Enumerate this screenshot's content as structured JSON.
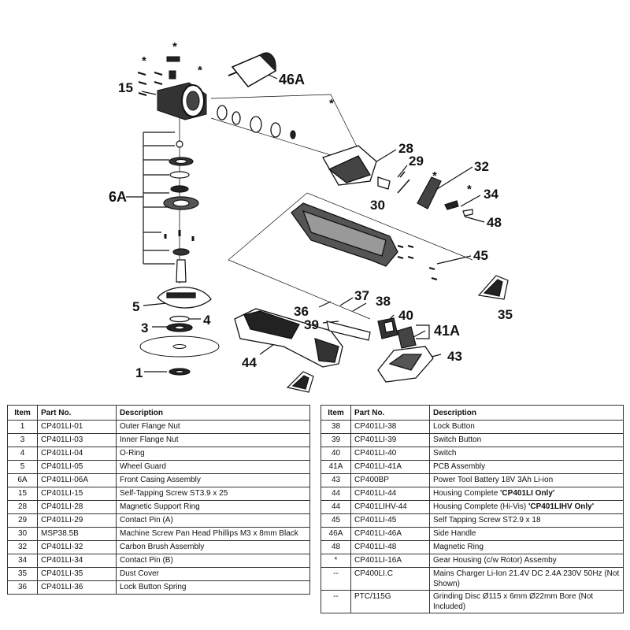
{
  "diagram": {
    "callouts": {
      "c15": "15",
      "c46A": "46A",
      "c28": "28",
      "c29": "29",
      "c32": "32",
      "c6A": "6A",
      "c34": "34",
      "c30": "30",
      "c48": "48",
      "c45": "45",
      "c5": "5",
      "c37": "37",
      "c38": "38",
      "c36": "36",
      "c35": "35",
      "c3": "3",
      "c4": "4",
      "c40": "40",
      "c39": "39",
      "c41A": "41A",
      "c44": "44",
      "c43": "43",
      "c1": "1"
    },
    "star": "*"
  },
  "table_left": {
    "headers": {
      "item": "Item",
      "part": "Part No.",
      "desc": "Description"
    },
    "rows": [
      {
        "item": "1",
        "part": "CP401LI-01",
        "desc": "Outer Flange Nut"
      },
      {
        "item": "3",
        "part": "CP401LI-03",
        "desc": "Inner Flange Nut"
      },
      {
        "item": "4",
        "part": "CP401LI-04",
        "desc": "O-Ring"
      },
      {
        "item": "5",
        "part": "CP401LI-05",
        "desc": "Wheel Guard"
      },
      {
        "item": "6A",
        "part": "CP401LI-06A",
        "desc": "Front Casing Assembly"
      },
      {
        "item": "15",
        "part": "CP401LI-15",
        "desc": "Self-Tapping Screw ST3.9 x 25"
      },
      {
        "item": "28",
        "part": "CP401LI-28",
        "desc": "Magnetic Support Ring"
      },
      {
        "item": "29",
        "part": "CP401LI-29",
        "desc": "Contact Pin (A)"
      },
      {
        "item": "30",
        "part": "MSP38.5B",
        "desc": "Machine Screw Pan Head Phillips M3 x 8mm Black"
      },
      {
        "item": "32",
        "part": "CP401LI-32",
        "desc": "Carbon Brush Assembly"
      },
      {
        "item": "34",
        "part": "CP401LI-34",
        "desc": "Contact Pin (B)"
      },
      {
        "item": "35",
        "part": "CP401LI-35",
        "desc": "Dust Cover"
      },
      {
        "item": "36",
        "part": "CP401LI-36",
        "desc": "Lock Button Spring"
      }
    ]
  },
  "table_right": {
    "headers": {
      "item": "Item",
      "part": "Part No.",
      "desc": "Description"
    },
    "rows": [
      {
        "item": "38",
        "part": "CP401LI-38",
        "desc": "Lock Button"
      },
      {
        "item": "39",
        "part": "CP401LI-39",
        "desc": "Switch Button"
      },
      {
        "item": "40",
        "part": "CP401LI-40",
        "desc": "Switch"
      },
      {
        "item": "41A",
        "part": "CP401LI-41A",
        "desc": "PCB Assembly"
      },
      {
        "item": "43",
        "part": "CP400BP",
        "desc": "Power Tool Battery 18V 3Ah Li-ion"
      },
      {
        "item": "44",
        "part": "CP401LI-44",
        "desc": "Housing Complete ",
        "desc_bold": "'CP401LI Only'"
      },
      {
        "item": "44",
        "part": "CP401LIHV-44",
        "desc": "Housing Complete (Hi-Vis) ",
        "desc_bold": "'CP401LIHV Only'"
      },
      {
        "item": "45",
        "part": "CP401LI-45",
        "desc": "Self Tapping Screw ST2.9 x 18"
      },
      {
        "item": "46A",
        "part": "CP401LI-46A",
        "desc": "Side Handle"
      },
      {
        "item": "48",
        "part": "CP401LI-48",
        "desc": "Magnetic Ring"
      },
      {
        "item": "*",
        "part": "CP401LI-16A",
        "desc": "Gear Housing (c/w Rotor) Assemby"
      },
      {
        "item": "--",
        "part": "CP400LI.C",
        "desc": "Mains Charger Li-Ion 21.4V DC 2.4A 230V 50Hz (Not Shown)"
      },
      {
        "item": "--",
        "part": "PTC/115G",
        "desc": "Grinding Disc Ø115 x 6mm Ø22mm Bore (Not Included)"
      }
    ]
  }
}
